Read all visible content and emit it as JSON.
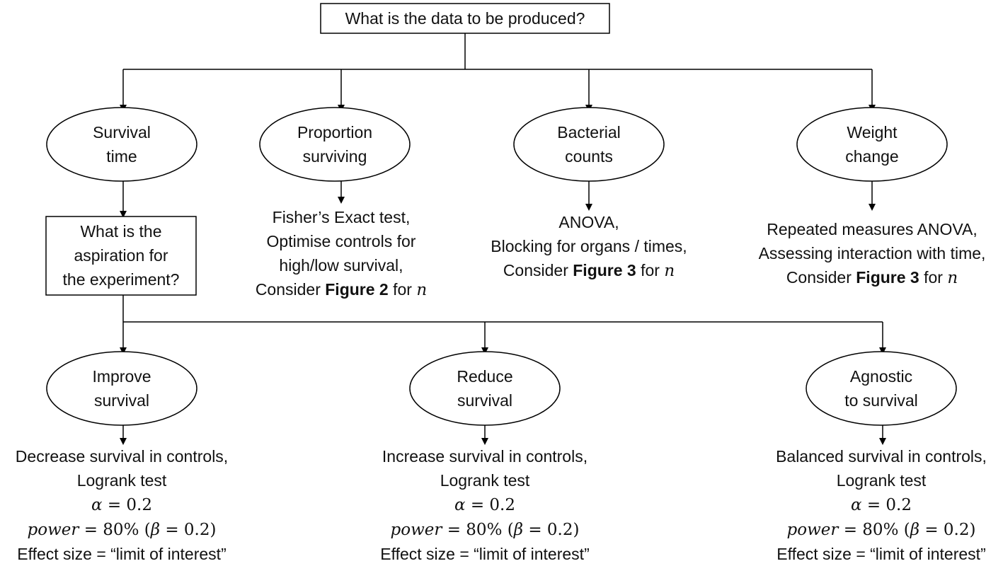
{
  "root": {
    "label": "What is the data to be produced?"
  },
  "data_types": [
    {
      "line1": "Survival",
      "line2": "time"
    },
    {
      "line1": "Proportion",
      "line2": "surviving"
    },
    {
      "line1": "Bacterial",
      "line2": "counts"
    },
    {
      "line1": "Weight",
      "line2": "change"
    }
  ],
  "proportion_note": {
    "l1": "Fisher’s Exact test,",
    "l2": "Optimise controls for",
    "l3": "high/low survival,",
    "l4_pre": "Consider ",
    "l4_bold": "Figure 2",
    "l4_post": " for ",
    "l4_var": "n"
  },
  "bacterial_note": {
    "l1": "ANOVA,",
    "l2": "Blocking for organs / times,",
    "l3_pre": "Consider ",
    "l3_bold": "Figure 3",
    "l3_post": " for ",
    "l3_var": "n"
  },
  "weight_note": {
    "l1": "Repeated measures ANOVA,",
    "l2": "Assessing interaction with time,",
    "l3_pre": "Consider ",
    "l3_bold": "Figure 3",
    "l3_post": " for ",
    "l3_var": "n"
  },
  "aspiration": {
    "l1": "What is the",
    "l2": "aspiration for",
    "l3": "the experiment?"
  },
  "aspirations": [
    {
      "line1": "Improve",
      "line2": "survival"
    },
    {
      "line1": "Reduce",
      "line2": "survival"
    },
    {
      "line1": "Agnostic",
      "line2": "to survival"
    }
  ],
  "outcomes": [
    {
      "controls": "Decrease survival in controls,",
      "test": "Logrank test",
      "alpha_sym": "α",
      "alpha_val": " = 0.2",
      "power_word": "power",
      "power_val": " = 80% (",
      "beta_sym": "β",
      "beta_val": " = 0.2)",
      "effect": "Effect size = “limit of interest”"
    },
    {
      "controls": "Increase survival in controls,",
      "test": "Logrank test",
      "alpha_sym": "α",
      "alpha_val": " = 0.2",
      "power_word": "power",
      "power_val": " = 80% (",
      "beta_sym": "β",
      "beta_val": " = 0.2)",
      "effect": "Effect size = “limit of interest”"
    },
    {
      "controls": "Balanced survival in controls,",
      "test": "Logrank test",
      "alpha_sym": "α",
      "alpha_val": " = 0.2",
      "power_word": "power",
      "power_val": " = 80% (",
      "beta_sym": "β",
      "beta_val": " = 0.2)",
      "effect": "Effect size = “limit of interest”"
    }
  ]
}
